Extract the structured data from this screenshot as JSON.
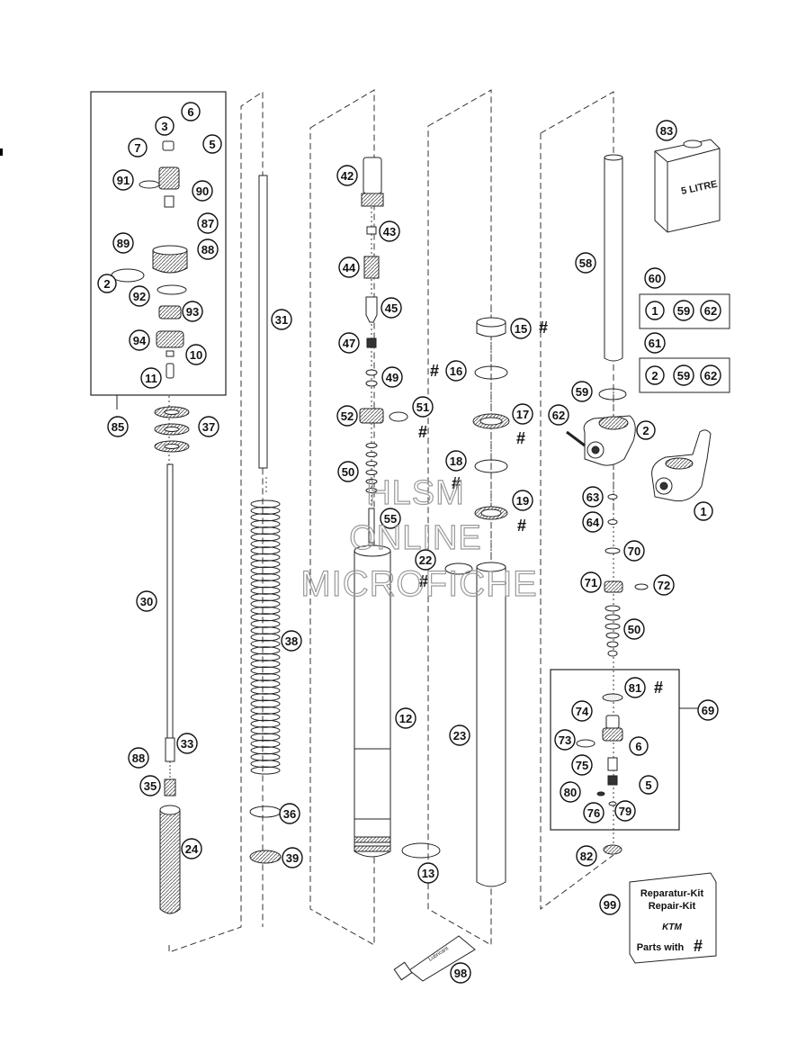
{
  "diagram": {
    "watermark": {
      "line1": "HLSM",
      "line2": "ONLINE",
      "line3": "MICROFICHE"
    },
    "oil_can_label": "5 LITRE",
    "grease_tube_label": "Lubricant",
    "repair_kit": {
      "line1": "Reparatur-Kit",
      "line2": "Repair-Kit",
      "brand": "KTM",
      "line4": "Parts with",
      "hash": "#"
    },
    "hash_symbol": "#",
    "callouts": [
      "3",
      "6",
      "7",
      "5",
      "91",
      "90",
      "87",
      "89",
      "88",
      "2",
      "92",
      "93",
      "94",
      "10",
      "11",
      "85",
      "37",
      "30",
      "88",
      "33",
      "35",
      "24",
      "31",
      "38",
      "36",
      "39",
      "42",
      "43",
      "44",
      "45",
      "47",
      "49",
      "52",
      "51",
      "50",
      "55",
      "12",
      "13",
      "15",
      "16",
      "17",
      "18",
      "19",
      "22",
      "23",
      "58",
      "59",
      "62",
      "2",
      "63",
      "64",
      "70",
      "71",
      "72",
      "50",
      "69",
      "81",
      "74",
      "73",
      "6",
      "75",
      "5",
      "80",
      "76",
      "79",
      "82",
      "99",
      "98",
      "83",
      "60",
      "1",
      "59",
      "62",
      "61",
      "2",
      "59",
      "62",
      "1"
    ]
  }
}
